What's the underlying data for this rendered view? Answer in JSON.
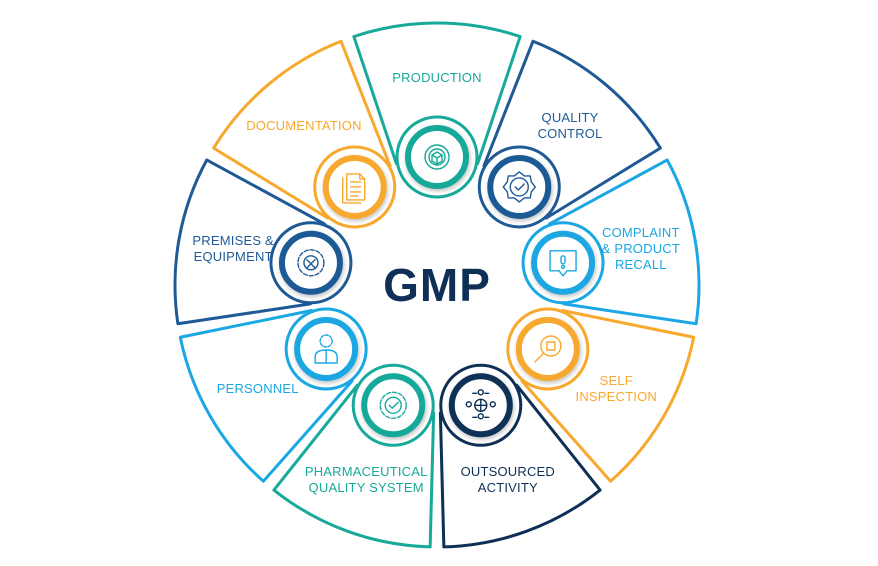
{
  "title": "GMP",
  "colors": {
    "teal": "#17a999",
    "blue": "#1f5a96",
    "light_blue": "#1aa7e3",
    "orange": "#f7a82d",
    "navy": "#0e3057"
  },
  "segments": [
    {
      "label": "PRODUCTION",
      "color": "#17a999",
      "icon": "gear-cube-icon"
    },
    {
      "label": "QUALITY\nCONTROL",
      "color": "#1f5a96",
      "icon": "badge-check-icon"
    },
    {
      "label": "COMPLAINT\n& PRODUCT\nRECALL",
      "color": "#1aa7e3",
      "icon": "alert-chat-icon"
    },
    {
      "label": "SELF\nINSPECTION",
      "color": "#f7a82d",
      "icon": "magnifier-box-icon"
    },
    {
      "label": "OUTSOURCED\nACTIVITY",
      "color": "#0e3057",
      "icon": "globe-people-icon"
    },
    {
      "label": "PHARMACEUTICAL\nQUALITY SYSTEM",
      "color": "#17a999",
      "icon": "gear-check-icon"
    },
    {
      "label": "PERSONNEL",
      "color": "#1aa7e3",
      "icon": "person-gear-icon"
    },
    {
      "label": "PREMISES &\nEQUIPMENT",
      "color": "#1f5a96",
      "icon": "gear-wrench-icon"
    },
    {
      "label": "DOCUMENTATION",
      "color": "#f7a82d",
      "icon": "document-icon"
    }
  ]
}
